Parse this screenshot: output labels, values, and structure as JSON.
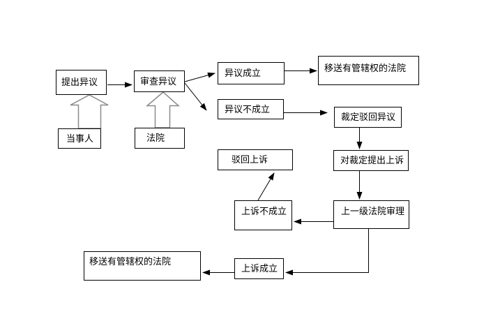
{
  "diagram": {
    "type": "flowchart",
    "language": "zh-CN",
    "colors": {
      "background": "#ffffff",
      "box_border": "#000000",
      "connector": "#000000",
      "block_arrow_outline": "#8a8a8a",
      "text": "#000000"
    },
    "nodes": [
      {
        "id": "raise-objection",
        "label": "提出异议"
      },
      {
        "id": "review-objection",
        "label": "审查异议"
      },
      {
        "id": "party",
        "label": "当事人"
      },
      {
        "id": "court",
        "label": "法院"
      },
      {
        "id": "objection-upheld",
        "label": "异议成立"
      },
      {
        "id": "transfer-to-competent-court-1",
        "label": "移送有管辖权的法院"
      },
      {
        "id": "objection-not-upheld",
        "label": "异议不成立"
      },
      {
        "id": "ruling-dismiss-objection",
        "label": "裁定驳回异议"
      },
      {
        "id": "dismiss-appeal",
        "label": "驳回上诉"
      },
      {
        "id": "appeal-against-ruling",
        "label": "对裁定提出上诉"
      },
      {
        "id": "appeal-not-upheld",
        "label": "上诉不成立"
      },
      {
        "id": "higher-court-hearing",
        "label": "上一级法院审理"
      },
      {
        "id": "transfer-to-competent-court-2",
        "label": "移送有管辖权的法院"
      },
      {
        "id": "appeal-upheld",
        "label": "上诉成立"
      }
    ],
    "edges": [
      {
        "from": "party",
        "to": "raise-objection",
        "style": "block-arrow"
      },
      {
        "from": "court",
        "to": "review-objection",
        "style": "block-arrow"
      },
      {
        "from": "raise-objection",
        "to": "review-objection",
        "style": "arrow"
      },
      {
        "from": "review-objection",
        "to": "objection-upheld",
        "style": "arrow"
      },
      {
        "from": "review-objection",
        "to": "objection-not-upheld",
        "style": "arrow"
      },
      {
        "from": "objection-upheld",
        "to": "transfer-to-competent-court-1",
        "style": "arrow"
      },
      {
        "from": "objection-not-upheld",
        "to": "ruling-dismiss-objection",
        "style": "arrow"
      },
      {
        "from": "ruling-dismiss-objection",
        "to": "appeal-against-ruling",
        "style": "arrow"
      },
      {
        "from": "appeal-against-ruling",
        "to": "higher-court-hearing",
        "style": "arrow"
      },
      {
        "from": "higher-court-hearing",
        "to": "appeal-not-upheld",
        "style": "arrow"
      },
      {
        "from": "appeal-not-upheld",
        "to": "dismiss-appeal",
        "style": "arrow"
      },
      {
        "from": "higher-court-hearing",
        "to": "appeal-upheld",
        "style": "elbow-arrow"
      },
      {
        "from": "appeal-upheld",
        "to": "transfer-to-competent-court-2",
        "style": "arrow"
      }
    ]
  }
}
